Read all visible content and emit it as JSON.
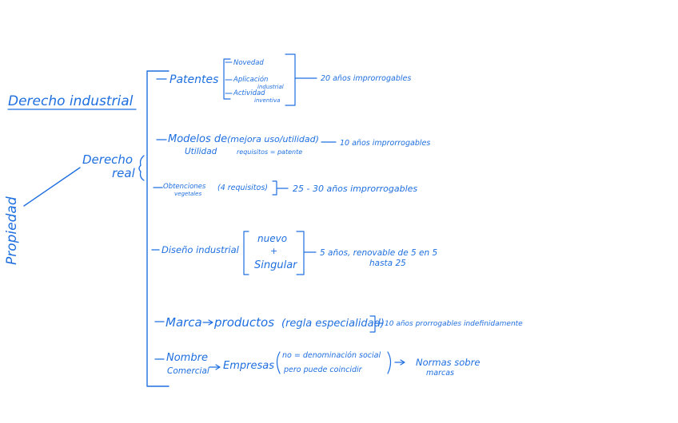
{
  "ink_color": "#1f6fe0",
  "root": {
    "label": "Propiedad"
  },
  "derecho_industrial": {
    "label": "Derecho industrial"
  },
  "derecho_real": {
    "line1": "Derecho",
    "line2": "real"
  },
  "patentes": {
    "label": "Patentes",
    "requisitos": [
      {
        "line1": "Novedad",
        "line2": ""
      },
      {
        "line1": "Aplicación",
        "line2": "industrial"
      },
      {
        "line1": "Actividad",
        "line2": "inventiva"
      }
    ],
    "plazo": "20 años improrrogables"
  },
  "modelos_utilidad": {
    "line1": "Modelos de",
    "line2": "Utilidad",
    "note1": "(mejora uso/utilidad)",
    "note2": "requisitos = patente",
    "plazo": "10 años improrrogables"
  },
  "obtenciones_vegetales": {
    "line1": "Obtenciones",
    "line2": "vegetales",
    "note": "(4 requisitos)",
    "plazo": "25 - 30 años improrrogables"
  },
  "diseno_industrial": {
    "label": "Diseño industrial",
    "req1": "nuevo",
    "plus": "+",
    "req2": "Singular",
    "plazo1": "5 años, renovable de 5 en 5",
    "plazo2": "hasta 25"
  },
  "marca": {
    "label": "Marca",
    "arrow_target": "productos",
    "note": "(regla especialidad)",
    "plazo": "10 años prorrogables indefinidamente"
  },
  "nombre_comercial": {
    "line1": "Nombre",
    "line2": "Comercial",
    "arrow_target": "Empresas",
    "note1": "no = denominación social",
    "note2": "pero puede coincidir",
    "result1": "Normas sobre",
    "result2": "marcas"
  }
}
